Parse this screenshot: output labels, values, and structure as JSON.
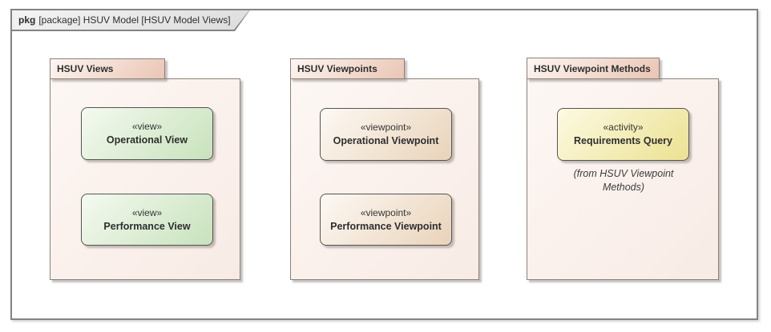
{
  "frame": {
    "keyword": "pkg",
    "title": "[package] HSUV Model [HSUV Model Views]"
  },
  "packages": [
    {
      "name": "HSUV Views",
      "elements": [
        {
          "stereotype": "«view»",
          "name": "Operational View"
        },
        {
          "stereotype": "«view»",
          "name": "Performance View"
        }
      ]
    },
    {
      "name": "HSUV Viewpoints",
      "elements": [
        {
          "stereotype": "«viewpoint»",
          "name": "Operational Viewpoint"
        },
        {
          "stereotype": "«viewpoint»",
          "name": "Performance Viewpoint"
        }
      ]
    },
    {
      "name": "HSUV Viewpoint Methods",
      "elements": [
        {
          "stereotype": "«activity»",
          "name": "Requirements Query",
          "note": "(from HSUV Viewpoint Methods)"
        }
      ]
    }
  ],
  "colors": {
    "frame-border": "#838383",
    "frame-tab-fill-start": "#f4f4f4",
    "frame-tab-fill-end": "#dcdcdc",
    "package-border": "#8a8178",
    "package-body-start": "#fdf7f4",
    "package-body-end": "#f8ebe5",
    "package-tab-start": "#fdf6f2",
    "package-tab-end": "#eac5b4",
    "view-fill-start": "#f4faf0",
    "view-fill-end": "#c8e2bc",
    "viewpoint-fill-start": "#fdf9f4",
    "viewpoint-fill-end": "#e9d3b9",
    "activity-fill-start": "#fcfae2",
    "activity-fill-end": "#ece192",
    "element-border": "#545454",
    "shadow": "rgba(140,132,125,0.5)",
    "text": "#333333"
  }
}
